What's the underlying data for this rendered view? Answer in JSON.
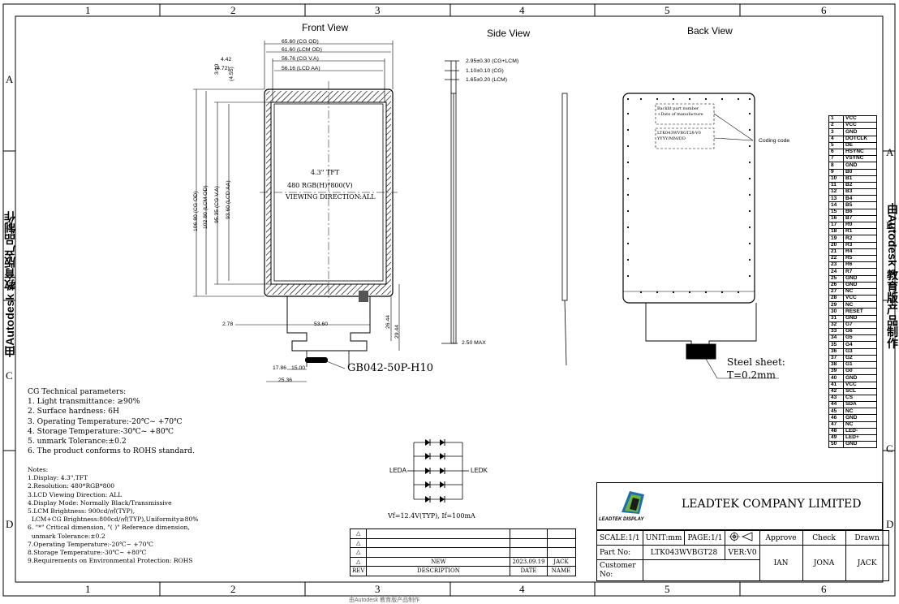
{
  "frame": {
    "top_columns": [
      "1",
      "2",
      "3",
      "4",
      "5",
      "6"
    ],
    "bottom_columns": [
      "1",
      "2",
      "3",
      "4",
      "5",
      "6"
    ],
    "left_rows": [
      "A",
      "B",
      "C",
      "D"
    ],
    "right_rows": [
      "A",
      "B",
      "C",
      "D"
    ],
    "watermark_left": "由Autodesk 教育版产品制作",
    "watermark_right": "由Autodesk 教育版产品制作",
    "watermark_bottom": "由Autodesk 教育版产品制作"
  },
  "views": {
    "front": "Front View",
    "side": "Side View",
    "back": "Back View"
  },
  "front_dims": {
    "cg_od": "65.60 (CG OD)",
    "lcm_od": "61.60 (LCM OD)",
    "va": "56.76 (CG V.A)",
    "aa": "56.16 (LCD AA)",
    "left_442": "4.42",
    "left_472": "(4.72)",
    "top_310": "3.10",
    "top_455": "(4.55)",
    "v_cg_od": "106.80 (CG OD)",
    "v_lcm_od": "102.80 (LCM OD)",
    "v_va": "95.35 (CG V.A)",
    "v_aa": "93.60 (LCD AA)",
    "fpc_278": "2.78",
    "fpc_5360": "53.60",
    "fpc_2644": "26.44",
    "fpc_2944": "29.44",
    "fpc_1786": "17.86",
    "fpc_1500": "15.00",
    "fpc_2536": "25.36",
    "connector": "GB042-50P-H10"
  },
  "panel_text": {
    "line1": "4.3\" TFT",
    "line2": "480 RGB(H)*800(V)",
    "line3": "VIEWING DIRECTION:ALL"
  },
  "side_dims": {
    "d1": "2.95±0.30 (CG+LCM)",
    "d2": "1.10±0.10 (CG)",
    "d3": "1.65±0.20 (LCM)",
    "max": "2.50 MAX"
  },
  "back": {
    "label_box1": [
      "Backlit part number",
      "+Date of manufacture"
    ],
    "label_box2": [
      "LTK043WVBGT28-V0",
      "YYYY/MM/DD"
    ],
    "coding": "Coding code",
    "steel": "Steel sheet:",
    "steel_t": "T=0.2mm"
  },
  "parameters": {
    "title": "CG Technical parameters:",
    "items": [
      "1. Light transmittance: ≥90%",
      "2. Surface hardness: 6H",
      "3. Operating Temperature:-20℃~ +70℃",
      "4. Storage Temperature:-30℃~ +80℃",
      "5. unmark Tolerance:±0.2",
      "6. The product conforms to ROHS standard."
    ]
  },
  "notes": {
    "title": "Notes:",
    "items": [
      "1.Display: 4.3\",TFT",
      "2.Resolution: 480*RGB*800",
      "3.LCD Viewing Direction: ALL",
      "4.Display Mode: Normally Black/Transmissive",
      "5.LCM Brightness: 900cd/㎡(TYP),",
      "  LCM+CG Brightness:800cd/㎡(TYP),Uniformity≥80%",
      "6. \"*\" Critical dimension, \"( )\" Reference dimension,",
      "  unmark Tolerance:±0.2",
      "7.Operating Temperature:-20℃~ +70℃",
      "8.Storage Temperature:-30℃~ +80℃",
      "9.Requirements on Environmental Protection: ROHS"
    ]
  },
  "led": {
    "leda": "LEDA",
    "ledk": "LEDK",
    "spec": "Vf=12.4V(TYP), If=100mA"
  },
  "pins": [
    [
      "1",
      "VCC"
    ],
    [
      "2",
      "VCC"
    ],
    [
      "3",
      "GND"
    ],
    [
      "4",
      "DOTCLK"
    ],
    [
      "5",
      "DE"
    ],
    [
      "6",
      "HSYNC"
    ],
    [
      "7",
      "VSYNC"
    ],
    [
      "8",
      "GND"
    ],
    [
      "9",
      "B0"
    ],
    [
      "10",
      "B1"
    ],
    [
      "11",
      "B2"
    ],
    [
      "12",
      "B3"
    ],
    [
      "13",
      "B4"
    ],
    [
      "14",
      "B5"
    ],
    [
      "15",
      "B6"
    ],
    [
      "16",
      "B7"
    ],
    [
      "17",
      "R0"
    ],
    [
      "18",
      "R1"
    ],
    [
      "19",
      "R2"
    ],
    [
      "20",
      "R3"
    ],
    [
      "21",
      "R4"
    ],
    [
      "22",
      "R5"
    ],
    [
      "23",
      "R6"
    ],
    [
      "24",
      "R7"
    ],
    [
      "25",
      "GND"
    ],
    [
      "26",
      "GND"
    ],
    [
      "27",
      "NC"
    ],
    [
      "28",
      "VCC"
    ],
    [
      "29",
      "NC"
    ],
    [
      "30",
      "RESET"
    ],
    [
      "31",
      "GND"
    ],
    [
      "32",
      "G7"
    ],
    [
      "33",
      "G6"
    ],
    [
      "34",
      "G5"
    ],
    [
      "35",
      "G4"
    ],
    [
      "36",
      "G3"
    ],
    [
      "37",
      "G2"
    ],
    [
      "38",
      "G1"
    ],
    [
      "39",
      "G0"
    ],
    [
      "40",
      "GND"
    ],
    [
      "41",
      "VCC"
    ],
    [
      "42",
      "SCL"
    ],
    [
      "43",
      "CS"
    ],
    [
      "44",
      "SDA"
    ],
    [
      "45",
      "NC"
    ],
    [
      "46",
      "GND"
    ],
    [
      "47",
      "NC"
    ],
    [
      "48",
      "LED-"
    ],
    [
      "49",
      "LED+"
    ],
    [
      "50",
      "GND"
    ]
  ],
  "title_block": {
    "company": "LEADTEK COMPANY LIMITED",
    "logo_text": "LEADTEK DISPLAY",
    "scale": "SCALE:1/1",
    "unit": "UNIT:mm",
    "page": "PAGE:1/1",
    "approve": "Approve",
    "check": "Check",
    "drawn": "Drawn",
    "part_no_label": "Part No:",
    "part_no": "LTK043WVBGT28",
    "ver": "VER:V0",
    "customer_label": "Customer No:",
    "approve_name": "IAN",
    "check_name": "JONA",
    "drawn_name": "JACK"
  },
  "revision": {
    "rev_label": "REV",
    "desc_label": "DESCRIPTION",
    "date_label": "DATE",
    "name_label": "NAME",
    "entry_desc": "NEW",
    "entry_date": "2023.09.19",
    "entry_name": "JACK"
  }
}
